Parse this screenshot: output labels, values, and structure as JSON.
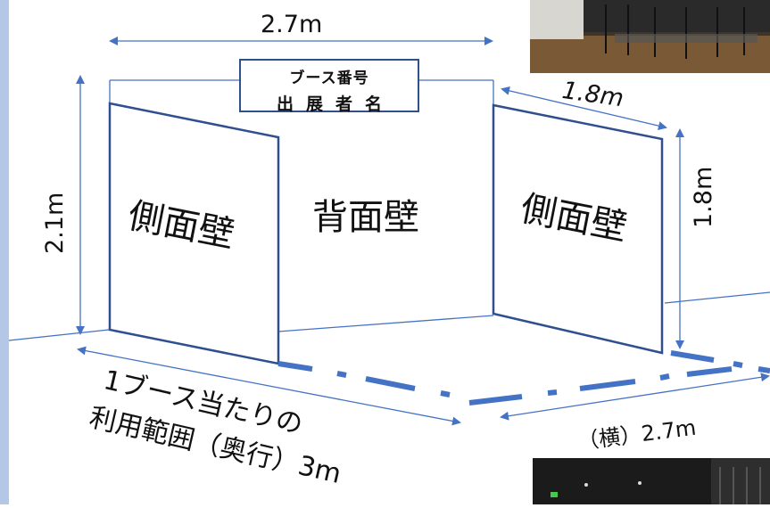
{
  "sign": {
    "line1": "ブース番号",
    "line2": "出展者名"
  },
  "walls": {
    "left": "側面壁",
    "back": "背面壁",
    "right": "側面壁"
  },
  "dimensions": {
    "top_width": "2.7m",
    "height": "2.1m",
    "side_depth": "1.8m",
    "side_height": "1.8m",
    "bottom_width": "（横）2.7m"
  },
  "usage_area": {
    "line1": "1ブース当たりの",
    "line2": "利用範囲（奥行）3m"
  },
  "colors": {
    "accent": "#4472c4",
    "wall_stroke": "#2f4f8f",
    "left_bar": "#b4c7e7"
  }
}
